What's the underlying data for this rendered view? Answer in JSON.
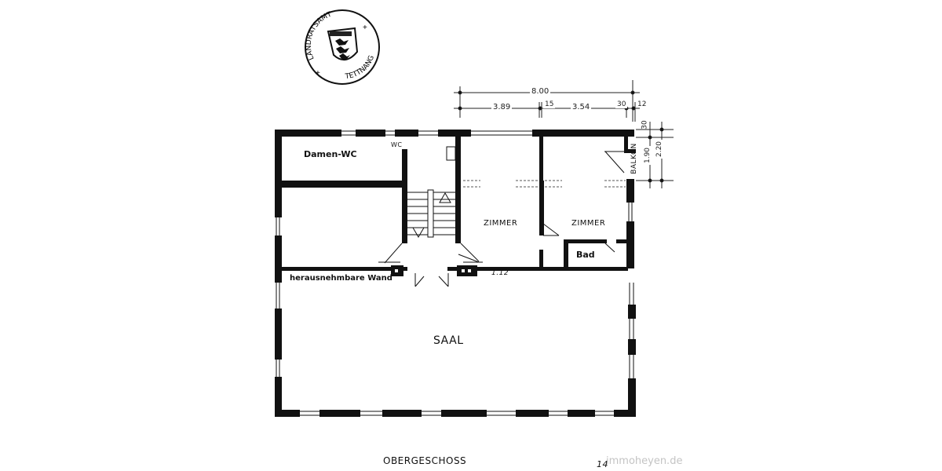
{
  "stamp": {
    "top_text": "LANDRATSAMT",
    "bottom_text": "TETTNANG",
    "icon": "coat-of-arms-icon"
  },
  "dimensions": {
    "total_width": "8.00",
    "segment_1": "3.89",
    "segment_2": "15",
    "segment_3": "3.54",
    "segment_4": "30",
    "segment_5": "12",
    "balcony_depth_1": "30",
    "balcony_depth_2": "1.90",
    "balcony_total": "2.20",
    "balcony_label": "BALKON"
  },
  "rooms": {
    "damen_wc": "Damen-WC",
    "wc_small": "WC",
    "zimmer_1": "ZIMMER",
    "zimmer_2": "ZIMMER",
    "bad": "Bad",
    "saal": "SAAL",
    "removable_wall": "herausnehmbare Wand",
    "handwritten_note": "1.12"
  },
  "footer": {
    "floor_title": "OBERGESCHOSS",
    "page_mark": "14",
    "watermark": "immoheyen.de"
  },
  "colors": {
    "wall": "#111111",
    "background": "#ffffff",
    "watermark": "#c4c4c4"
  }
}
